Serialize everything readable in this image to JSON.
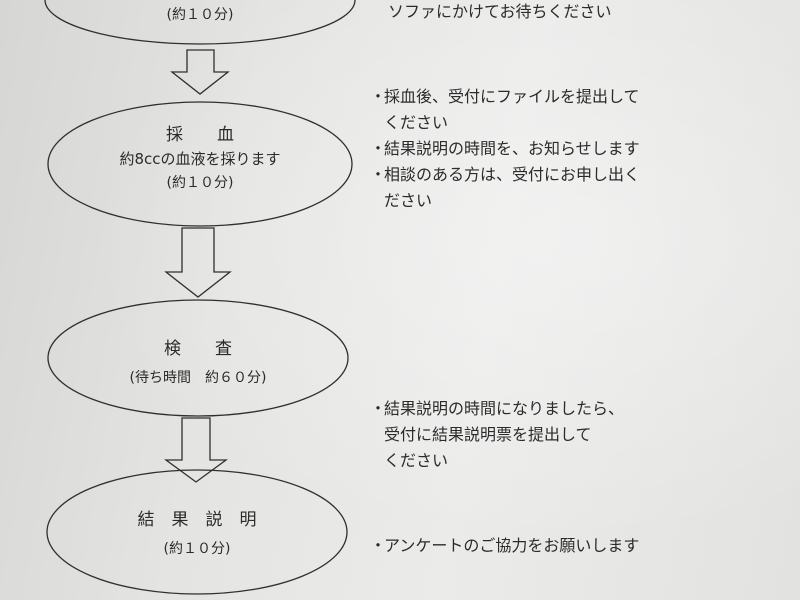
{
  "steps": [
    {
      "time": "(約１０分)"
    },
    {
      "title": "採　　血",
      "desc": "約8ccの血液を採ります",
      "time": "(約１０分)"
    },
    {
      "title": "検　　査",
      "time": "(待ち時間　約６０分)"
    },
    {
      "title": "結　果　説　明",
      "time": "(約１０分)"
    }
  ],
  "notes": {
    "top_line": "ソファにかけてお待ちください",
    "bullet": "・",
    "group_blood": [
      {
        "lines": [
          "採血後、受付にファイルを提出して",
          "ください"
        ]
      },
      {
        "lines": [
          "結果説明の時間を、お知らせします"
        ]
      },
      {
        "lines": [
          "相談のある方は、受付にお申し出く",
          "ださい"
        ]
      }
    ],
    "group_exam": [
      {
        "lines": [
          "結果説明の時間になりましたら、",
          "受付に結果説明票を提出して",
          "ください"
        ]
      }
    ],
    "group_result": [
      {
        "lines": [
          "アンケートのご協力をお願いします"
        ]
      }
    ]
  }
}
